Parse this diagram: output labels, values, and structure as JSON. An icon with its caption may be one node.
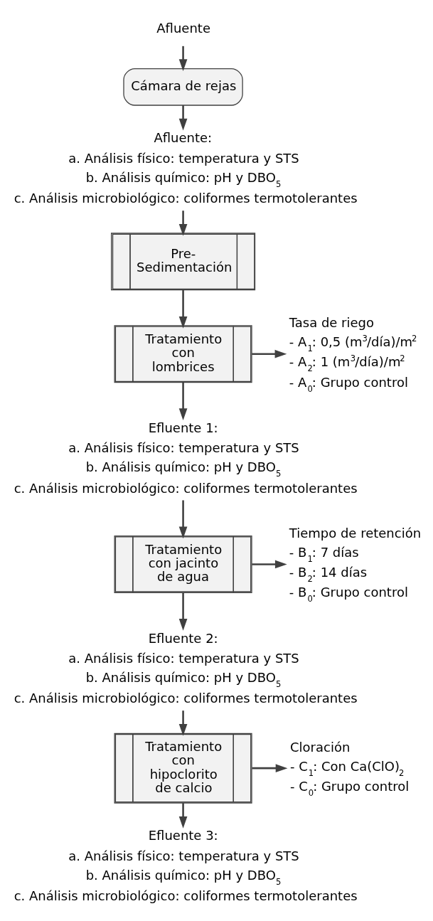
{
  "diagram": {
    "nodes": [
      {
        "text": [
          "Afluente"
        ]
      },
      {
        "text": [
          "Cámara de rejas"
        ]
      },
      {
        "text": [
          "Afluente:",
          "a. Análisis físico: temperatura y STS",
          "b. Análisis químico: pH y DBO$_{5}$",
          "c. Análisis microbiológico: coliformes termotolerantes"
        ]
      },
      {
        "text": [
          "Pre- Sedimentación"
        ]
      },
      {
        "text": [
          "Tratamiento con lombrices"
        ]
      },
      {
        "text": [
          "Tasa de riego",
          "- A$_{1}$: 0,5 (m$^{3}$/día)/m$^{2}$",
          "- A$_{2}$: 1 (m$^{3}$/día)/m$^{2}$",
          "- A$_{0}$: Grupo control"
        ]
      },
      {
        "text": [
          "Efluente 1:",
          "a. Análisis físico: temperatura y STS",
          "b. Análisis químico: pH y DBO$_{5}$",
          "c. Análisis microbiológico: coliformes termotolerantes"
        ]
      },
      {
        "text": [
          "Tratamiento con jacinto de agua"
        ]
      },
      {
        "text": [
          "Tiempo de retención",
          "- B$_{1}$: 7 días",
          "- B$_{2}$: 14 días",
          "- B$_{0}$: Grupo control"
        ]
      },
      {
        "text": [
          "Efluente 2:",
          "a. Análisis físico: temperatura y STS",
          "b. Análisis químico: pH y DBO$_{5}$",
          "c. Análisis microbiológico: coliformes termotolerantes"
        ]
      },
      {
        "text": [
          "Tratamiento con hipoclorito de calcio"
        ]
      },
      {
        "text": [
          "Cloración",
          "- C$_{1}$: Con Ca(ClO)$_{2}$",
          "- C$_{0}$: Grupo control"
        ]
      },
      {
        "text": [
          "Efluente 3:",
          "a. Análisis físico: temperatura y STS",
          "b. Análisis químico: pH y DBO$_{5}$",
          "c. Análisis microbiológico: coliformes termotolerantes"
        ]
      }
    ],
    "edges": [
      {
        "from": 0,
        "to": 1,
        "arrow": "to"
      },
      {
        "from": 1,
        "to": 2,
        "arrow": "to"
      },
      {
        "from": 2,
        "to": 3,
        "arrow": "to"
      },
      {
        "from": 3,
        "to": 4,
        "arrow": "to"
      },
      {
        "from": 4,
        "to": 5,
        "arrow": "to"
      },
      {
        "from": 4,
        "to": 6,
        "arrow": "to"
      },
      {
        "from": 6,
        "to": 7,
        "arrow": "to"
      },
      {
        "from": 7,
        "to": 8,
        "arrow": "to"
      },
      {
        "from": 7,
        "to": 9,
        "arrow": "to"
      },
      {
        "from": 9,
        "to": 10,
        "arrow": "to"
      },
      {
        "from": 10,
        "to": 11,
        "arrow": "to"
      },
      {
        "from": 10,
        "to": 12,
        "arrow": "to"
      }
    ]
  }
}
